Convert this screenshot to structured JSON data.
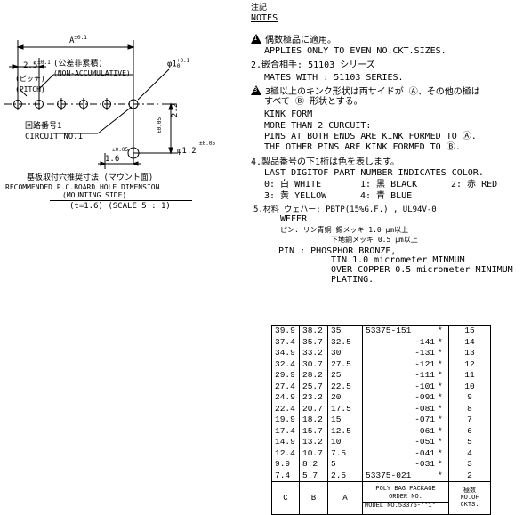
{
  "drawing": {
    "dim_a": "A",
    "dim_a_tol": "±0.1",
    "dim_pitch": "2.5",
    "dim_pitch_tol": "±0.1",
    "pitch_jp": "(ピッチ)",
    "pitch_en": "(PITCH)",
    "non_accum_jp": "(公差非累積)",
    "non_accum_en": "(NON-ACCUMULATIVE)",
    "hole_dia": "φ1",
    "hole_dia_tol_plus": "+0.1",
    "hole_dia_tol_minus": "0",
    "circuit_jp": "回路番号1",
    "circuit_en": "CIRCUIT NO.1",
    "dim_22": "2.2",
    "dim_22_tol": "±0.05",
    "dim_16": "1.6",
    "dim_16_tol": "±0.05",
    "boss_dia": "φ1.2",
    "boss_dia_tol": "±0.05",
    "title_jp": "基板取付穴推奨寸法 (マウント面)",
    "title_en1": "RECOMMENDED P.C.BOARD HOLE DIMENSION",
    "title_en2": "(MOUNTING SIDE)",
    "scale": "(t=1.6)  (SCALE 5 : 1)"
  },
  "notes": {
    "heading_jp": "注記",
    "heading_en": "NOTES",
    "n1_jp": "偶数極品に適用。",
    "n1_en": "APPLIES ONLY TO EVEN NO.CKT.SIZES.",
    "n2_jp": "2.嵌合相手: 51103 シリーズ",
    "n2_en": "MATES WITH : 51103 SERIES.",
    "n3_jp1": "3極以上のキンク形状は両サイドが Ⓐ、その他の極は",
    "n3_jp2": "すべて Ⓑ 形状とする。",
    "n3_en1": "KINK FORM",
    "n3_en2": "MORE THAN 2 CURCUIT:",
    "n3_en3": "PINS AT BOTH ENDS ARE KINK FORMED TO Ⓐ.",
    "n3_en4": "THE OTHER PINS ARE KINK FORMED TO Ⓑ.",
    "n4_jp": "4.製品番号の下1桁は色を表します。",
    "n4_en": "LAST DIGITOF PART NUMBER INDICATES COLOR.",
    "n4_c0": "0: 白 WHITE",
    "n4_c1": "1: 黒 BLACK",
    "n4_c2": "2: 赤 RED",
    "n4_c3": "3: 黄 YELLOW",
    "n4_c4": "4: 青 BLUE",
    "n5_line1": "5.材料 ウェハー: PBTP(15%G.F.) , UL94V-0",
    "n5_line2": "WEFER",
    "n5_line3": "ピン: リン青銅  錫メッキ  1.0 μm以上",
    "n5_line4": "下地銅メッキ  0.5 μm以上",
    "n5_pin1": "PIN : PHOSPHOR BRONZE,",
    "n5_pin2": "TIN 1.0 micrometer MINMUM",
    "n5_pin3": "OVER COPPER 0.5 micrometer MINIMUM",
    "n5_pin4": "PLATING."
  },
  "table": {
    "rows": [
      [
        "39.9",
        "38.2",
        "35",
        "53375-151",
        "*",
        "15"
      ],
      [
        "37.4",
        "35.7",
        "32.5",
        "-141",
        "*",
        "14"
      ],
      [
        "34.9",
        "33.2",
        "30",
        "-131",
        "*",
        "13"
      ],
      [
        "32.4",
        "30.7",
        "27.5",
        "-121",
        "*",
        "12"
      ],
      [
        "29.9",
        "28.2",
        "25",
        "-111",
        "*",
        "11"
      ],
      [
        "27.4",
        "25.7",
        "22.5",
        "-101",
        "*",
        "10"
      ],
      [
        "24.9",
        "23.2",
        "20",
        "-091",
        "*",
        "9"
      ],
      [
        "22.4",
        "20.7",
        "17.5",
        "-081",
        "*",
        "8"
      ],
      [
        "19.9",
        "18.2",
        "15",
        "-071",
        "*",
        "7"
      ],
      [
        "17.4",
        "15.7",
        "12.5",
        "-061",
        "*",
        "6"
      ],
      [
        "14.9",
        "13.2",
        "10",
        "-051",
        "*",
        "5"
      ],
      [
        "12.4",
        "10.7",
        "7.5",
        "-041",
        "*",
        "4"
      ],
      [
        "9.9",
        "8.2",
        "5",
        "-031",
        "*",
        "3"
      ],
      [
        "7.4",
        "5.7",
        "2.5",
        "53375-021",
        "*",
        "2"
      ]
    ],
    "hdr_c": "C",
    "hdr_b": "B",
    "hdr_a": "A",
    "hdr_order1": "POLY BAG PACKAGE",
    "hdr_order2": "ORDER NO.",
    "hdr_model": "MODEL NO.53375-**1*",
    "hdr_ckt1": "極数",
    "hdr_ckt2": "NO.OF",
    "hdr_ckt3": "CKTS."
  }
}
